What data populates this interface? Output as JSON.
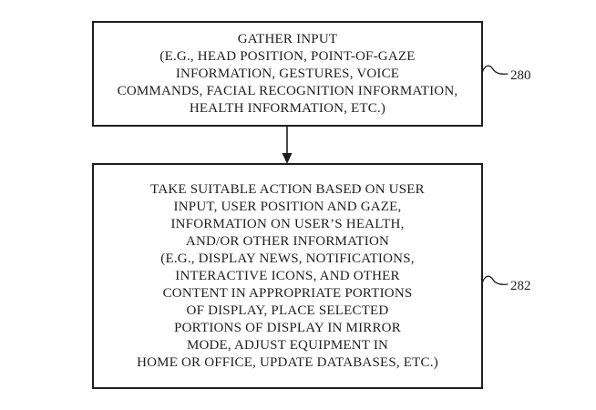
{
  "figure": {
    "type": "flowchart",
    "colors": {
      "ink": "#1e1e1e",
      "background": "#ffffff"
    },
    "boxes": [
      {
        "ref_label": "280",
        "lines": [
          "GATHER INPUT",
          "(E.G., HEAD POSITION, POINT-OF-GAZE",
          "INFORMATION, GESTURES, VOICE",
          "COMMANDS, FACIAL RECOGNITION INFORMATION,",
          "HEALTH INFORMATION, ETC.)"
        ]
      },
      {
        "ref_label": "282",
        "lines": [
          "TAKE SUITABLE ACTION BASED ON USER",
          "INPUT, USER POSITION AND GAZE,",
          "INFORMATION ON USER’S HEALTH,",
          "AND/OR OTHER INFORMATION",
          "(E.G., DISPLAY NEWS, NOTIFICATIONS,",
          "INTERACTIVE ICONS, AND OTHER",
          "CONTENT IN APPROPRIATE PORTIONS",
          "OF DISPLAY, PLACE SELECTED",
          "PORTIONS OF DISPLAY IN MIRROR",
          "MODE, ADJUST EQUIPMENT IN",
          "HOME OR OFFICE, UPDATE DATABASES, ETC.)"
        ]
      }
    ],
    "connectors": [
      {
        "from": "280",
        "to": "282",
        "style": "arrow-down"
      }
    ]
  }
}
